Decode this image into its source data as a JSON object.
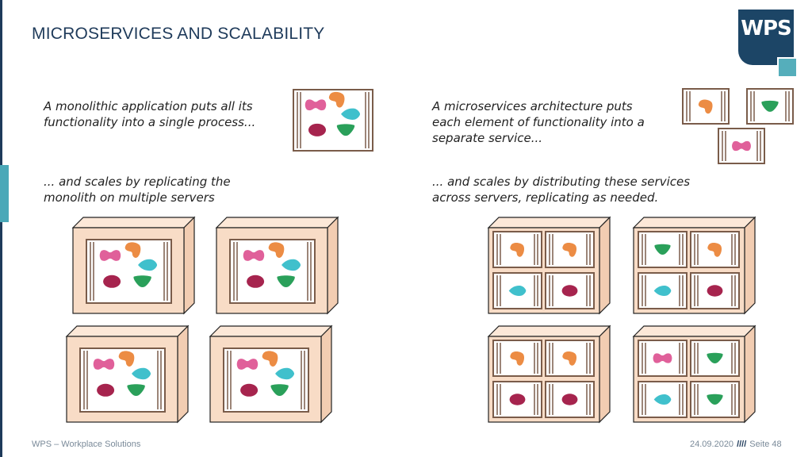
{
  "slide": {
    "title": "MICROSERVICES AND SCALABILITY",
    "logo_text": "WPS"
  },
  "captions": {
    "monolith_intro": "A monolithic application puts all its\nfunctionality into a single process...",
    "monolith_scale": "... and scales by replicating the\nmonolith on multiple servers",
    "micro_intro": "A microservices architecture puts\neach element of functionality into a\nseparate service...",
    "micro_scale": "... and scales by distributing these services\nacross servers, replicating as needed."
  },
  "footer": {
    "left": "WPS – Workplace Solutions",
    "date": "24.09.2020",
    "separator": "////",
    "page": "Seite 48"
  },
  "colors": {
    "server_face": "#f8dcc6",
    "server_top": "#fce8d8",
    "server_side": "#f2cdb2",
    "frame": "#7a5c4a",
    "pink": "#e0609a",
    "orange": "#ec8c44",
    "teal": "#40c0cc",
    "maroon": "#a6244e",
    "green": "#2aa05a"
  }
}
